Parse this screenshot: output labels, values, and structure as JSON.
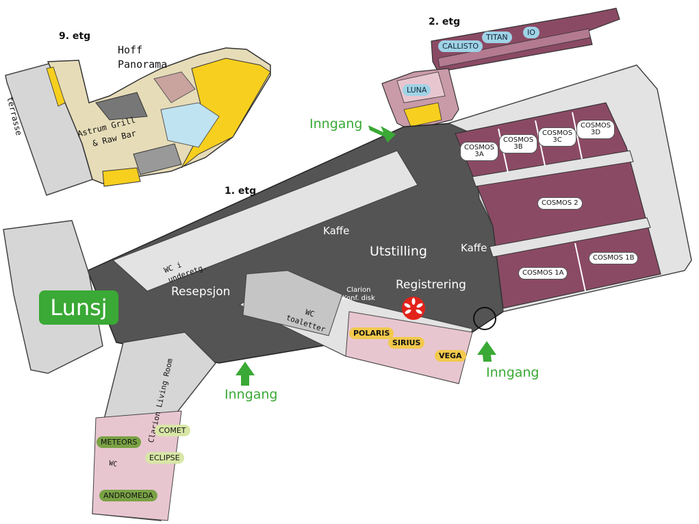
{
  "floors": {
    "ninth": "9. etg",
    "second": "2. etg",
    "first": "1. etg"
  },
  "ninth_floor": {
    "terrace": "terrasse",
    "restaurant_name": "Hoff",
    "restaurant_name_2": "Panorama",
    "grill": "Astrum Grill",
    "grill_2": "& Raw Bar"
  },
  "second_floor_rooms": [
    "CALLISTO",
    "TITAN",
    "IO",
    "LUNA"
  ],
  "first_floor": {
    "lunch": "Lunsj",
    "reception": "Resepsjon",
    "exhibition": "Utstilling",
    "registration": "Registrering",
    "coffee": "Kaffe",
    "clarion_desk_1": "Clarion",
    "clarion_desk_2": "Konf. disk",
    "wc_basement_1": "WC i",
    "wc_basement_2": "underetg.",
    "wc_toilets_1": "WC",
    "wc_toilets_2": "toaletter",
    "living_room": "Clarion Living Room",
    "wc_small": "WC"
  },
  "entrance": "Inngang",
  "cosmos_rooms": {
    "r3a_1": "COSMOS",
    "r3a_2": "3A",
    "r3b_1": "COSMOS",
    "r3b_2": "3B",
    "r3c_1": "COSMOS",
    "r3c_2": "3C",
    "r3d_1": "COSMOS",
    "r3d_2": "3D",
    "r2": "COSMOS 2",
    "r1a": "COSMOS 1A",
    "r1b": "COSMOS 1B"
  },
  "meeting_rooms": {
    "polaris": "POLARIS",
    "sirius": "SIRIUS",
    "vega": "VEGA",
    "meteors": "METEORS",
    "comet": "COMET",
    "eclipse": "ECLIPSE",
    "andromeda": "ANDROMEDA"
  },
  "colors": {
    "floor_dark": "#545454",
    "wall_light": "#e3e3e3",
    "conference_purple": "#8b4a64",
    "room_pink": "#e8c6d0",
    "restaurant_beige": "#e6dcb8",
    "restaurant_yellow": "#f7cf1e",
    "glass_blue": "#bfe3f0",
    "entrance_green": "#3aa935",
    "registration_red": "#e2231a"
  }
}
